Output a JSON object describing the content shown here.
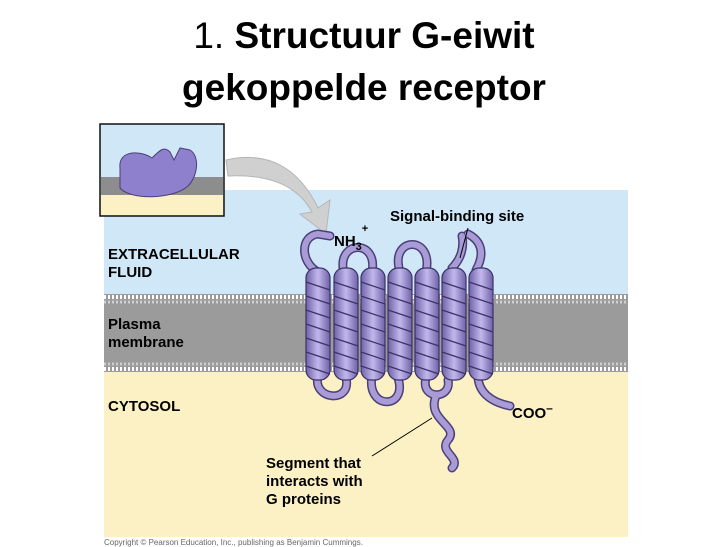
{
  "title": {
    "number": "1.",
    "line1": "Structuur G-eiwit",
    "line2": "gekoppelde receptor"
  },
  "labels": {
    "extracellular_line1": "EXTRACELLULAR",
    "extracellular_line2": "FLUID",
    "plasma_line1": "Plasma",
    "plasma_line2": "membrane",
    "cytosol": "CYTOSOL",
    "signal_site": "Signal-binding site",
    "nh3": "NH",
    "nh3_sub": "3",
    "nh3_sup": "+",
    "coo": "COO",
    "coo_sup": "–",
    "segment_line1": "Segment that",
    "segment_line2": "interacts with",
    "segment_line3": "G proteins"
  },
  "copyright": "Copyright © Pearson Education, Inc., publishing as Benjamin Cummings.",
  "colors": {
    "extracellular": "#cfe7f6",
    "cytosol": "#fbf1c4",
    "membrane": "#9d9d9d",
    "protein": "#a89bd6",
    "protein_dark": "#4b3f7a"
  }
}
